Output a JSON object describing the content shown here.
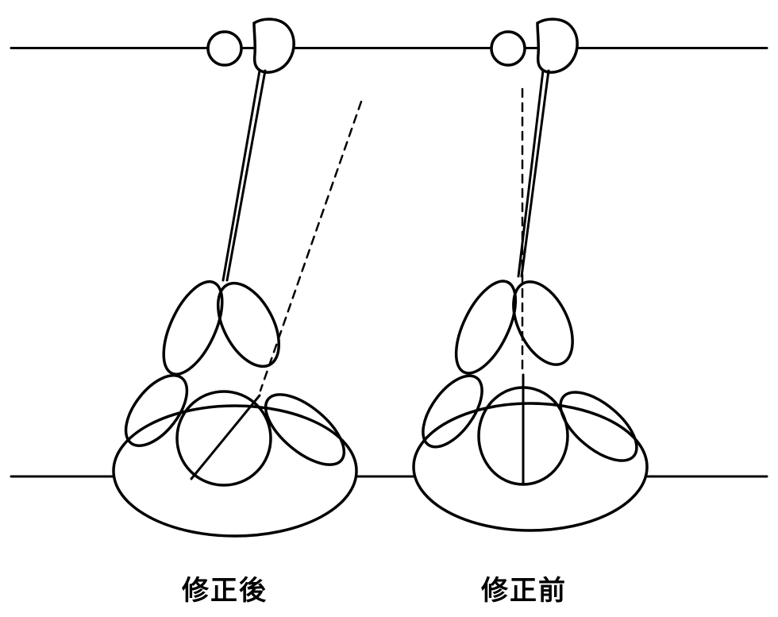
{
  "diagram": {
    "kind": "dental-implant-angulation-comparison",
    "labels": {
      "left": "修正後",
      "right": "修正前"
    },
    "colors": {
      "stroke": "#000000",
      "background": "#ffffff"
    },
    "figures": [
      {
        "id": "left",
        "label": "修正後",
        "guide_line": "angled-dashed"
      },
      {
        "id": "right",
        "label": "修正前",
        "guide_line": "vertical-dashed"
      }
    ]
  }
}
